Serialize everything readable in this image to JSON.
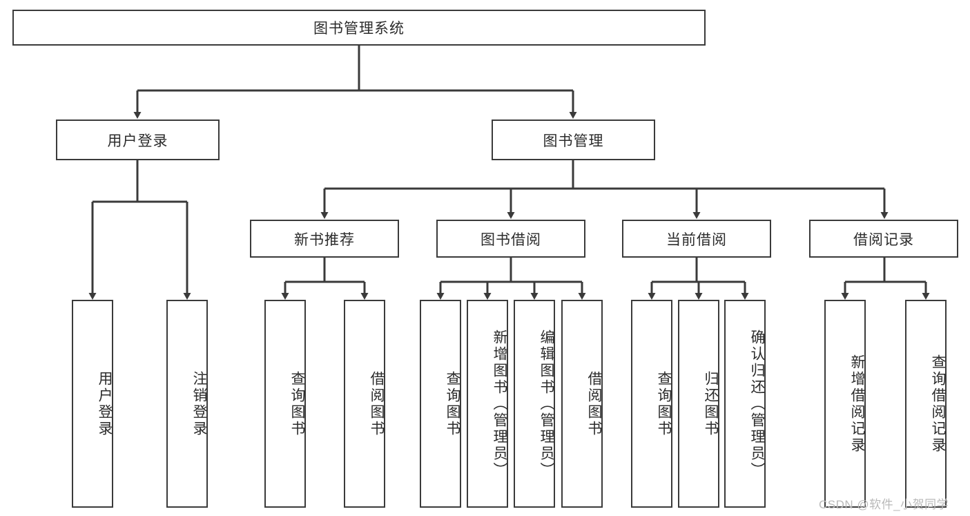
{
  "diagram": {
    "type": "hierarchy-tree",
    "title": "图书管理系统",
    "watermark": "CSDN @软件_小贺同学",
    "colors": {
      "node_border": "#3a3a3a",
      "node_fill": "#ffffff",
      "edge": "#3a3a3a",
      "text": "#2b2b2b",
      "background": "#ffffff",
      "watermark": "#b9b9b9"
    },
    "root": {
      "label": "图书管理系统"
    },
    "level2": [
      {
        "label": "用户登录"
      },
      {
        "label": "图书管理"
      }
    ],
    "level3": [
      {
        "label": "新书推荐"
      },
      {
        "label": "图书借阅"
      },
      {
        "label": "当前借阅"
      },
      {
        "label": "借阅记录"
      }
    ],
    "leaves": {
      "user_login": [
        {
          "label": "用户登录"
        },
        {
          "label": "注销登录"
        }
      ],
      "new_book": [
        {
          "label": "查询图书"
        },
        {
          "label": "借阅图书"
        }
      ],
      "book_borrow": [
        {
          "label": "查询图书"
        },
        {
          "label": "新增图书（管理员）"
        },
        {
          "label": "编辑图书（管理员）"
        },
        {
          "label": "借阅图书"
        }
      ],
      "current_borrow": [
        {
          "label": "查询图书"
        },
        {
          "label": "归还图书"
        },
        {
          "label": "确认归还（管理员）"
        }
      ],
      "borrow_record": [
        {
          "label": "新增借阅记录"
        },
        {
          "label": "查询借阅记录"
        }
      ]
    }
  }
}
